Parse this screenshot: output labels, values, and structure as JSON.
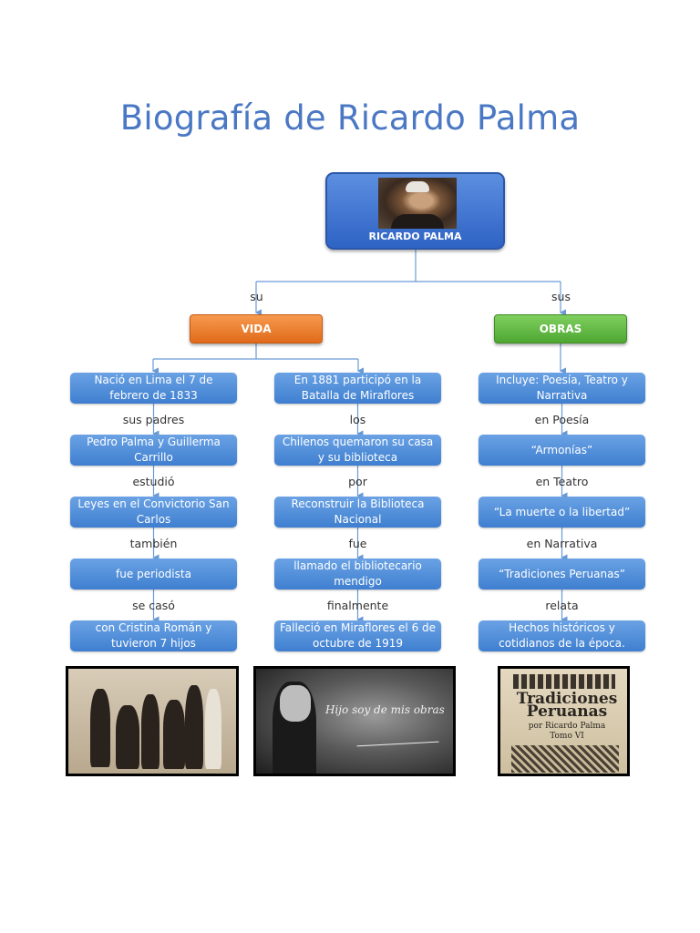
{
  "title": "Biografía de Ricardo Palma",
  "root": {
    "label": "RICARDO PALMA"
  },
  "branches": {
    "left_connector": "su",
    "right_connector": "sus",
    "vida": "VIDA",
    "obras": "OBRAS"
  },
  "columns": [
    {
      "nodes": [
        "Nació en Lima el 7 de febrero de 1833",
        "Pedro Palma y Guillerma Carrillo",
        "Leyes en el Convictorio San Carlos",
        "fue periodista",
        "con Cristina Román y tuvieron 7 hijos"
      ],
      "connectors": [
        "sus padres",
        "estudió",
        "también",
        "se casó"
      ]
    },
    {
      "nodes": [
        "En 1881 participó en la Batalla de Miraflores",
        "Chilenos quemaron su casa y su biblioteca",
        "Reconstruir la Biblioteca Nacional",
        "llamado el bibliotecario mendigo",
        "Falleció en Miraflores el 6 de octubre de 1919"
      ],
      "connectors": [
        "los",
        "por",
        "fue",
        "finalmente"
      ]
    },
    {
      "nodes": [
        "Incluye: Poesía, Teatro y Narrativa",
        "“Armonías”",
        "“La muerte o la libertad”",
        "“Tradiciones Peruanas”",
        "Hechos históricos y cotidianos de la época."
      ],
      "connectors": [
        "en Poesía",
        "en Teatro",
        "en Narrativa",
        "relata"
      ]
    }
  ],
  "photos": {
    "quote": "Hijo soy de mis obras",
    "book_title": "Tradiciones Peruanas",
    "book_author": "por Ricardo Palma",
    "book_volume": "Tomo VI"
  }
}
